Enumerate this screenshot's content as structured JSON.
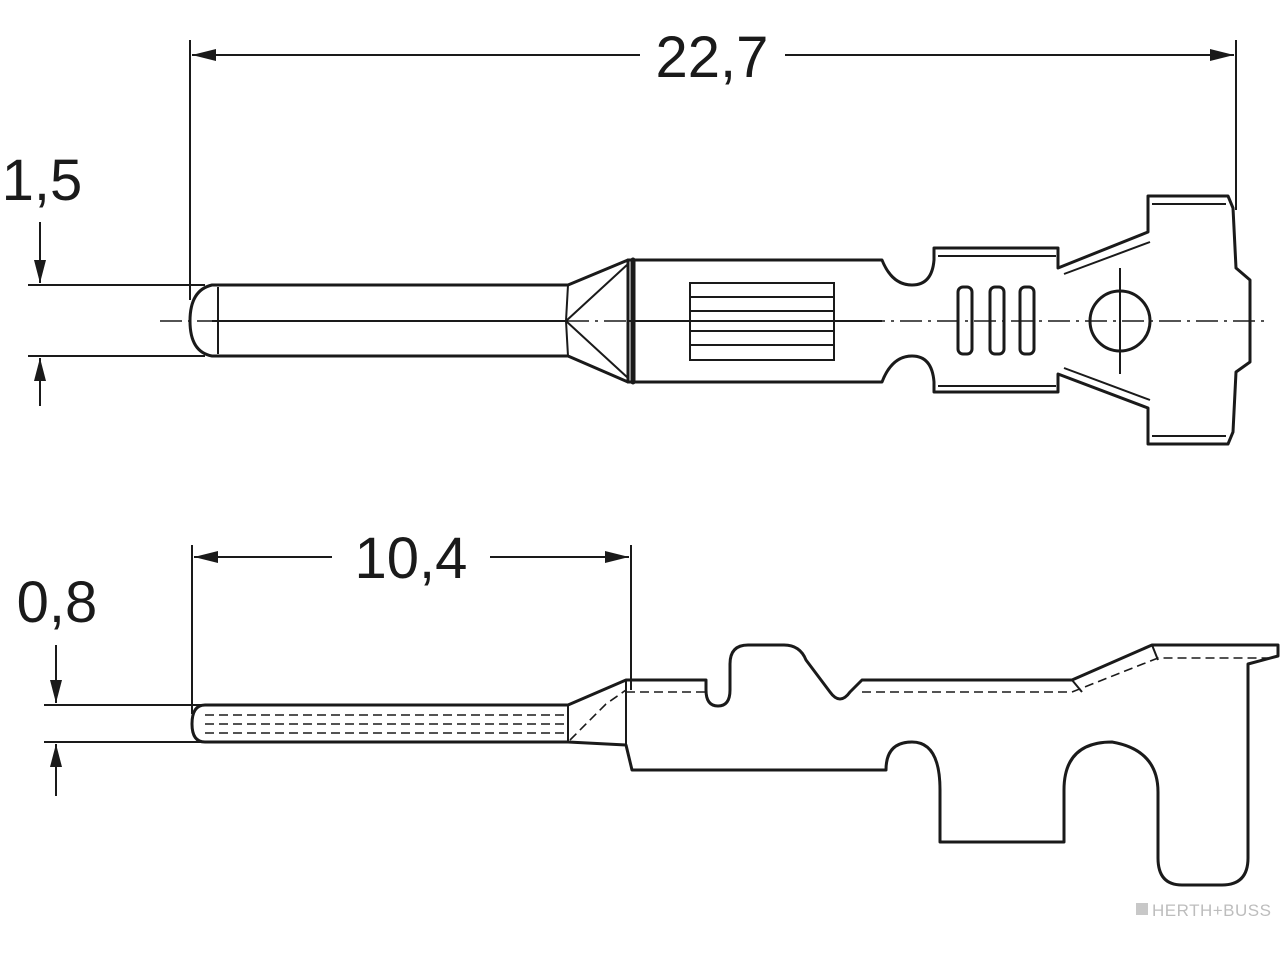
{
  "drawing": {
    "dimensions": {
      "overall_length": "22,7",
      "pin_diameter": "1,5",
      "contact_length": "10,4",
      "pin_thickness": "0,8"
    },
    "watermark": "HERTH+BUSS",
    "colors": {
      "line": "#1a1a1a",
      "background": "#ffffff",
      "watermark": "#bdbdbd"
    }
  }
}
